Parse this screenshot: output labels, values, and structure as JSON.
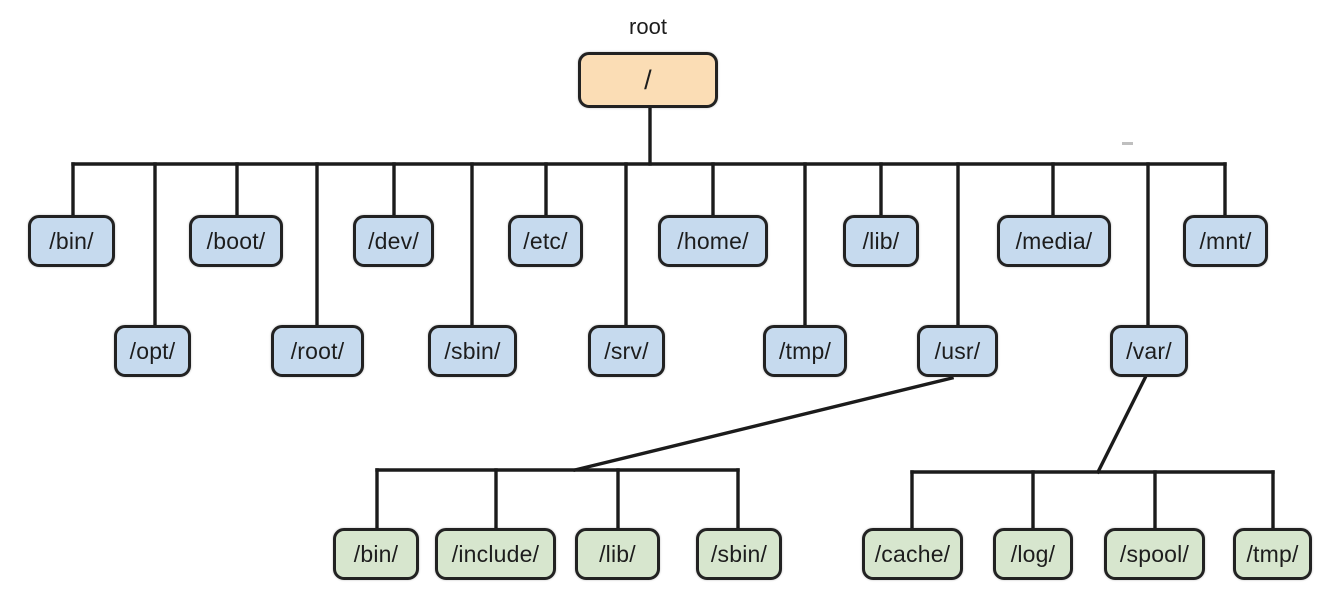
{
  "colors": {
    "root_fill": "#fbddb5",
    "level1_fill": "#c6daee",
    "level2_fill": "#d7e6ce",
    "border_color": "#222222",
    "line_color": "#1b1b1b"
  },
  "root": {
    "caption": "root",
    "label": "/"
  },
  "level1_top": [
    "/bin/",
    "/boot/",
    "/dev/",
    "/etc/",
    "/home/",
    "/lib/",
    "/media/",
    "/mnt/"
  ],
  "level1_bottom": [
    "/opt/",
    "/root/",
    "/sbin/",
    "/srv/",
    "/tmp/",
    "/usr/",
    "/var/"
  ],
  "usr_children": [
    "/bin/",
    "/include/",
    "/lib/",
    "/sbin/"
  ],
  "var_children": [
    "/cache/",
    "/log/",
    "/spool/",
    "/tmp/"
  ]
}
